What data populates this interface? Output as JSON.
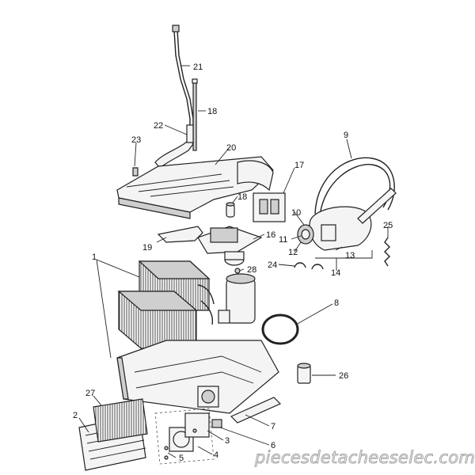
{
  "callouts": {
    "c21": "21",
    "c18a": "18",
    "c22": "22",
    "c23": "23",
    "c20": "20",
    "c17": "17",
    "c9": "9",
    "c18b": "18",
    "c10": "10",
    "c16": "16",
    "c19": "19",
    "c25": "25",
    "c11": "11",
    "c12": "12",
    "c13": "13",
    "c1": "1",
    "c24": "24",
    "c14": "14",
    "c28": "28",
    "c8": "8",
    "c26": "26",
    "c27": "27",
    "c2": "2",
    "c7": "7",
    "c3": "3",
    "c6": "6",
    "c4": "4",
    "c5": "5"
  },
  "watermark": "piecesdetacheeselec.com"
}
